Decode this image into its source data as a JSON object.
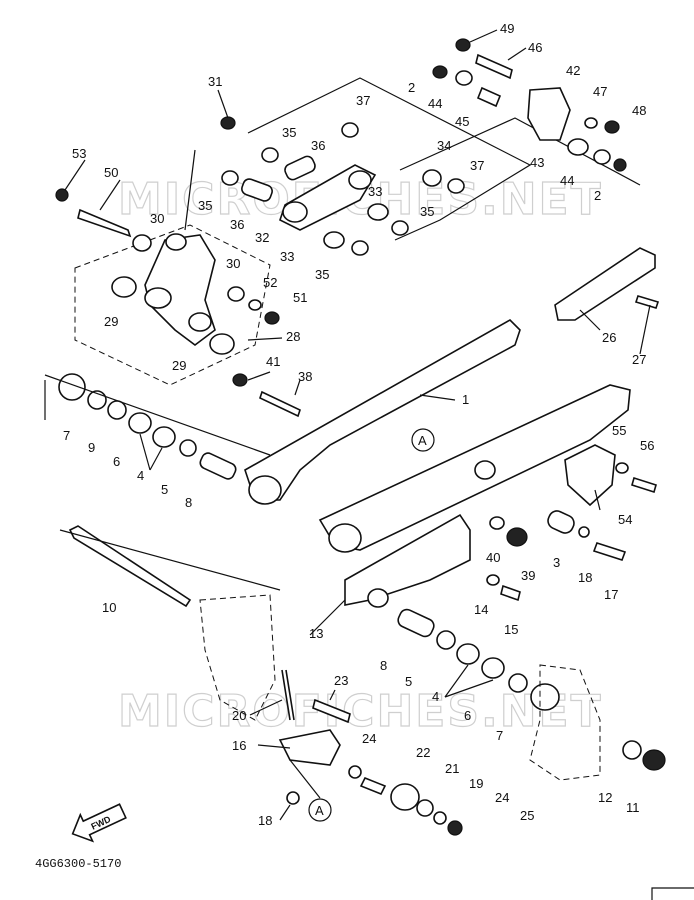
{
  "diagram_code": "4GG6300-5170",
  "watermark": "MICROFICHES.NET",
  "reference_mark": "A",
  "fwd_label": "FWD",
  "callouts": [
    "1",
    "2",
    "3",
    "4",
    "5",
    "6",
    "7",
    "8",
    "9",
    "10",
    "11",
    "12",
    "13",
    "14",
    "15",
    "16",
    "17",
    "18",
    "19",
    "20",
    "21",
    "22",
    "23",
    "24",
    "25",
    "26",
    "27",
    "28",
    "29",
    "30",
    "31",
    "32",
    "33",
    "34",
    "35",
    "36",
    "37",
    "38",
    "39",
    "40",
    "41",
    "42",
    "43",
    "44",
    "45",
    "46",
    "47",
    "48",
    "49",
    "50",
    "51",
    "52",
    "53",
    "54",
    "55",
    "56"
  ]
}
